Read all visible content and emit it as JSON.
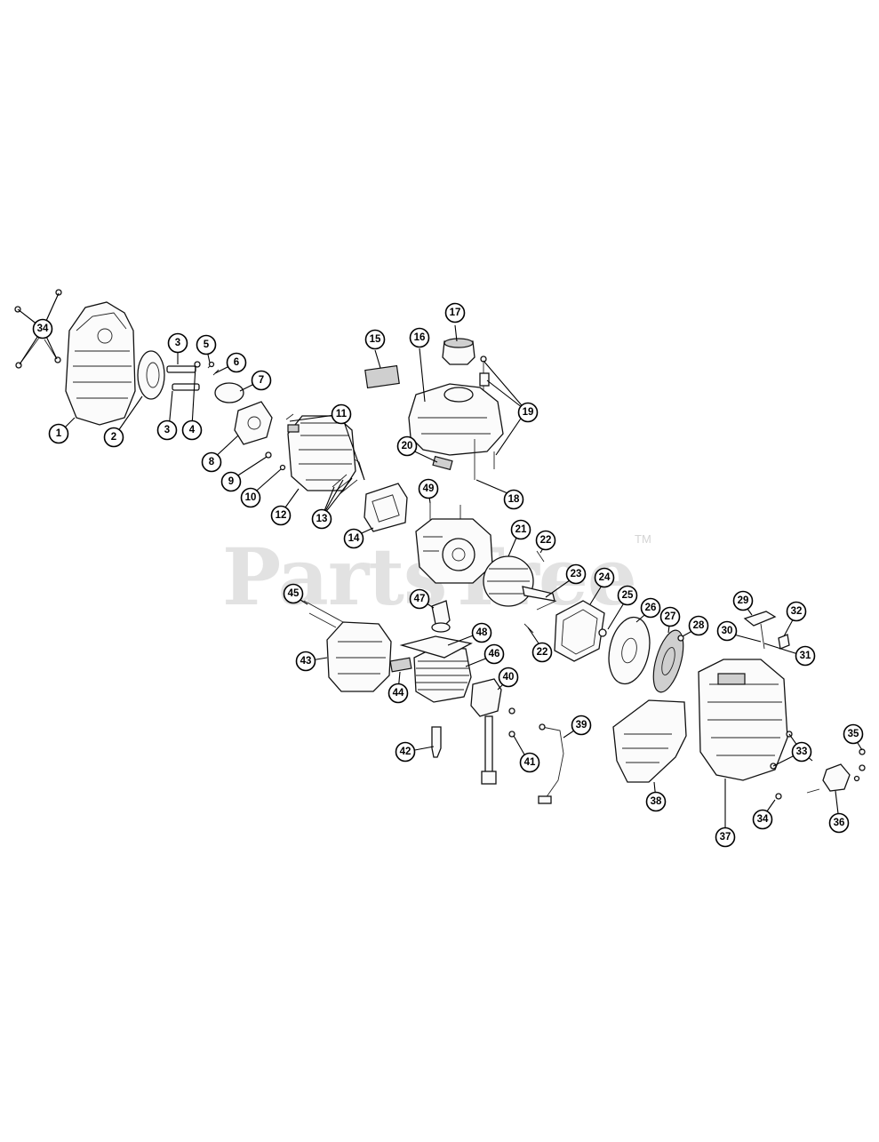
{
  "watermark": {
    "text": "PartsTree",
    "trademark": "TM"
  },
  "callouts": [
    "1",
    "2",
    "3",
    "4",
    "5",
    "6",
    "7",
    "8",
    "9",
    "10",
    "11",
    "12",
    "13",
    "14",
    "15",
    "16",
    "17",
    "18",
    "19",
    "20",
    "21",
    "22",
    "23",
    "24",
    "25",
    "26",
    "27",
    "28",
    "29",
    "30",
    "31",
    "32",
    "33",
    "34",
    "35",
    "36",
    "37",
    "38",
    "39",
    "40",
    "41",
    "42",
    "43",
    "44",
    "45",
    "46",
    "47",
    "48",
    "49"
  ]
}
